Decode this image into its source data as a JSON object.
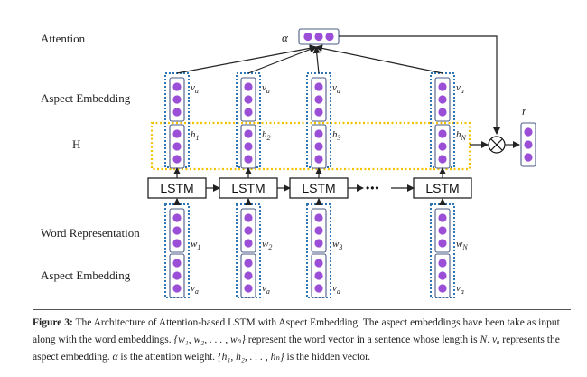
{
  "row_labels": {
    "attention": "Attention",
    "aspect_top": "Aspect Embedding",
    "hidden": "H",
    "word": "Word Representation",
    "aspect_bottom": "Aspect Embedding"
  },
  "lstm_label": "LSTM",
  "ellipsis": "•••",
  "attention_symbol": "α",
  "output_symbol": "r",
  "columns": [
    {
      "h_sym": "h",
      "h_sub": "1",
      "w_sym": "w",
      "w_sub": "1",
      "va_sym": "v",
      "va_sub": "a"
    },
    {
      "h_sym": "h",
      "h_sub": "2",
      "w_sym": "w",
      "w_sub": "2",
      "va_sym": "v",
      "va_sub": "a"
    },
    {
      "h_sym": "h",
      "h_sub": "3",
      "w_sym": "w",
      "w_sub": "3",
      "va_sym": "v",
      "va_sub": "a"
    },
    {
      "h_sym": "h",
      "h_sub": "N",
      "w_sym": "w",
      "w_sub": "N",
      "va_sym": "v",
      "va_sub": "a"
    }
  ],
  "caption": {
    "label": "Figure 3:",
    "text1": " The Architecture of Attention-based LSTM with Aspect Embedding. The aspect embeddings have been take as input along with the word embeddings. ",
    "math_w": "{w₁, w₂, . . . , wₙ}",
    "text2": " represent the word vector in a sentence whose length is ",
    "math_N": "N",
    "text3": ". ",
    "math_va": "vₐ",
    "text4": " represents the aspect embedding. ",
    "math_alpha": "α",
    "text5": " is the attention weight. ",
    "math_h": "{h₁, h₂, . . . , hₙ}",
    "text6": " is the hidden vector."
  },
  "colors": {
    "dot": "#9a4fd6",
    "box_border": "#4a5b86",
    "dotted_outline": "#2e75b6",
    "hidden_outline": "#f2c200",
    "arrow": "#222222"
  }
}
